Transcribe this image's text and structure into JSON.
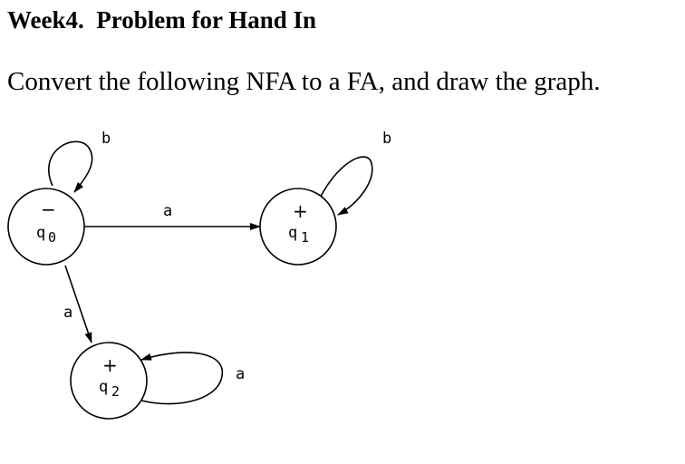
{
  "header": {
    "title": "Week4.  Problem for Hand In",
    "instruction": "Convert the following NFA to a FA, and draw the graph."
  },
  "nfa": {
    "states": [
      {
        "id": "q0",
        "name": "q",
        "subscript": "0",
        "sign": "−",
        "role": "start"
      },
      {
        "id": "q1",
        "name": "q",
        "subscript": "1",
        "sign": "+",
        "role": "final"
      },
      {
        "id": "q2",
        "name": "q",
        "subscript": "2",
        "sign": "+",
        "role": "final"
      }
    ],
    "transitions": [
      {
        "from": "q0",
        "to": "q0",
        "label": "b"
      },
      {
        "from": "q0",
        "to": "q1",
        "label": "a"
      },
      {
        "from": "q0",
        "to": "q2",
        "label": "a"
      },
      {
        "from": "q1",
        "to": "q1",
        "label": "b"
      },
      {
        "from": "q2",
        "to": "q2",
        "label": "a"
      }
    ]
  }
}
